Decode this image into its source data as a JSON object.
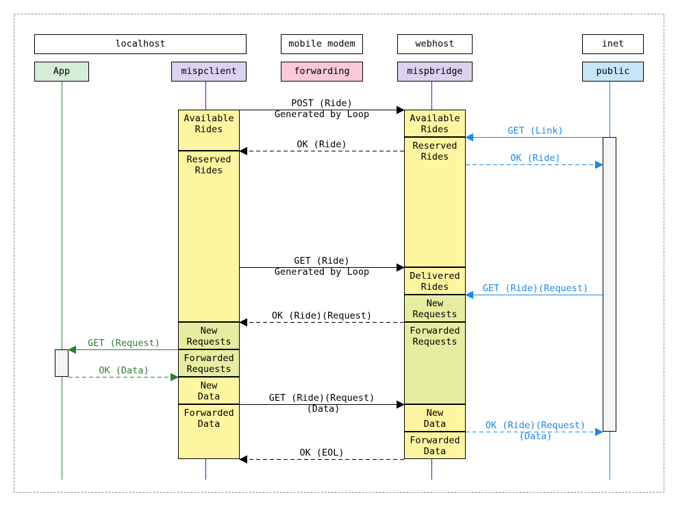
{
  "colors": {
    "black": "#000000",
    "green": "#2e7d32",
    "blue": "#1e88e5",
    "purple": "#4a148c",
    "app_fill": "#d5ecd6",
    "client_fill": "#dcd2ef",
    "forwarding_fill": "#fac8d8",
    "public_fill": "#c8e4f8",
    "yellow": "#fdf5a0",
    "lime": "#e6eda0",
    "activation": "#f4f4f4"
  },
  "groups": {
    "localhost": "localhost",
    "mobile_modem": "mobile modem",
    "webhost": "webhost",
    "inet": "inet"
  },
  "participants": {
    "app": "App",
    "mispclient": "mispclient",
    "forwarding": "forwarding",
    "mispbridge": "mispbridge",
    "public": "public"
  },
  "client_states": {
    "available_1": "Available",
    "available_2": "Rides",
    "reserved_1": "Reserved",
    "reserved_2": "Rides",
    "new_req_1": "New",
    "new_req_2": "Requests",
    "fwd_req_1": "Forwarded",
    "fwd_req_2": "Requests",
    "new_data_1": "New",
    "new_data_2": "Data",
    "fwd_data_1": "Forwarded",
    "fwd_data_2": "Data"
  },
  "bridge_states": {
    "available_1": "Available",
    "available_2": "Rides",
    "reserved_1": "Reserved",
    "reserved_2": "Rides",
    "delivered_1": "Delivered",
    "delivered_2": "Rides",
    "new_req_1": "New",
    "new_req_2": "Requests",
    "fwd_req_1": "Forwarded",
    "fwd_req_2": "Requests",
    "new_data_1": "New",
    "new_data_2": "Data",
    "fwd_data_1": "Forwarded",
    "fwd_data_2": "Data"
  },
  "messages": {
    "post_ride_1": "POST (Ride)",
    "post_ride_2": "Generated by Loop",
    "ok_ride": "OK (Ride)",
    "get_link": "GET (Link)",
    "ok_ride_public": "OK (Ride)",
    "get_ride_1": "GET (Ride)",
    "get_ride_2": "Generated by Loop",
    "get_ride_request_public": "GET (Ride)(Request)",
    "ok_ride_request": "OK (Ride)(Request)",
    "get_request": "GET (Request)",
    "ok_data": "OK (Data)",
    "get_ride_request_data_1": "GET (Ride)(Request)",
    "get_ride_request_data_2": "(Data)",
    "ok_ride_request_data_1": "OK (Ride)(Request)",
    "ok_ride_request_data_2": "(Data)",
    "ok_eol": "OK (EOL)"
  }
}
